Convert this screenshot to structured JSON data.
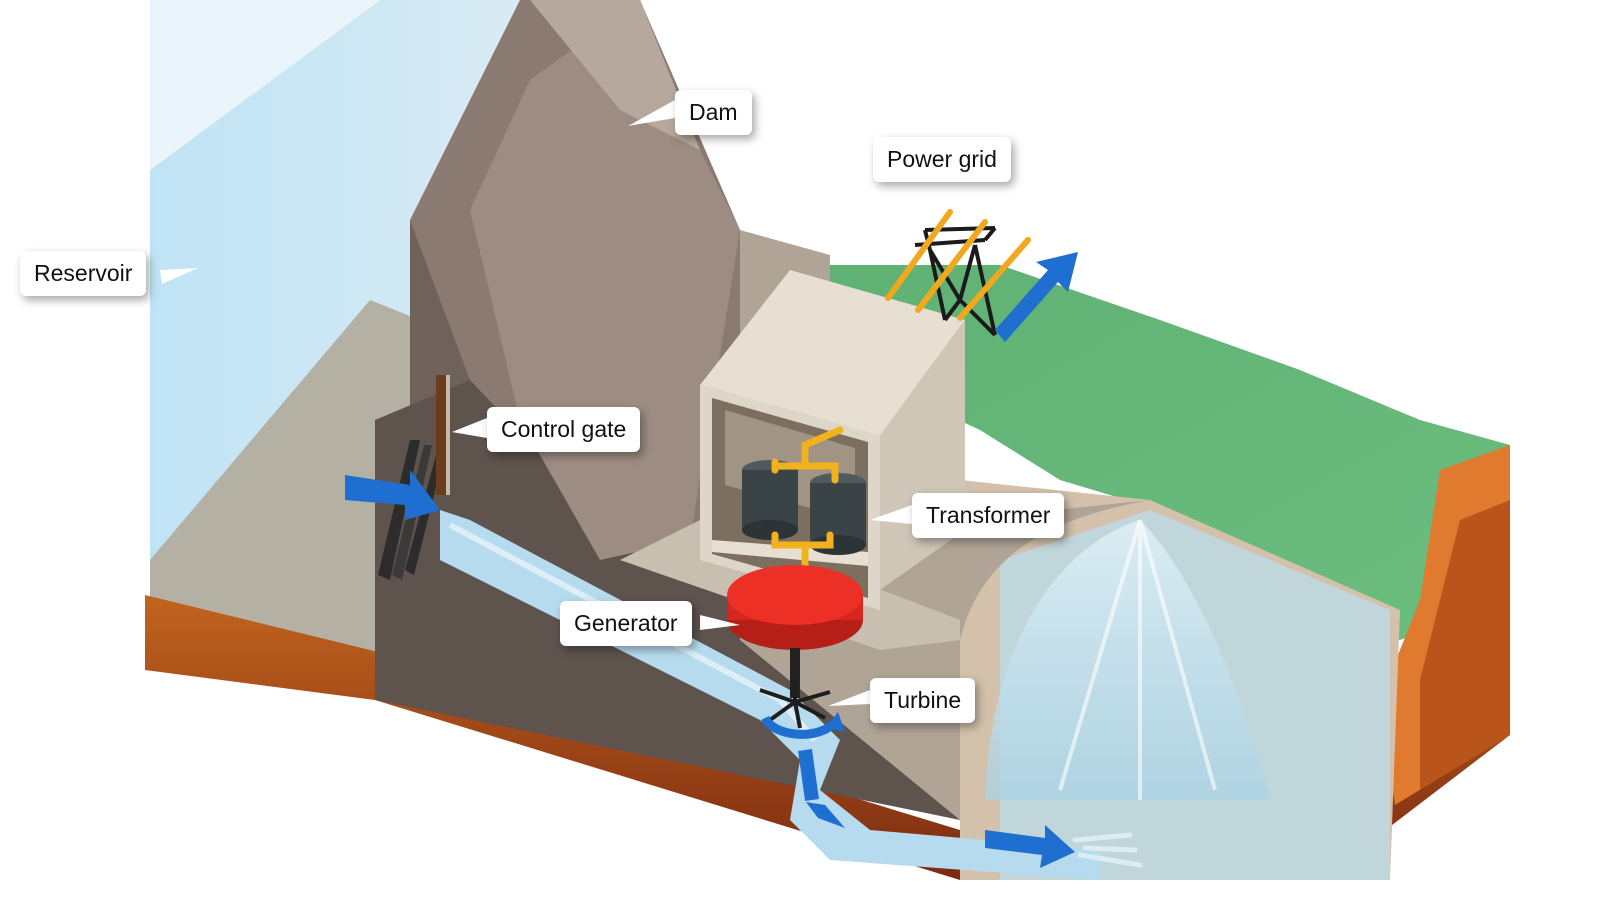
{
  "labels": {
    "dam": "Dam",
    "power_grid": "Power grid",
    "reservoir": "Reservoir",
    "control_gate": "Control gate",
    "transformer": "Transformer",
    "generator": "Generator",
    "turbine": "Turbine"
  },
  "colors": {
    "water": "#bfe0f2",
    "water_flow": "#a8d4ec",
    "flow_arrow": "#1e6fd0",
    "dam_concrete": "#8a7b72",
    "dam_dark": "#5f534d",
    "ground_grey": "#b9b2a6",
    "soil": "#b8531a",
    "grass": "#63b877",
    "generator": "#e02a1f",
    "transformer": "#3d4548",
    "power_line": "#f2a81d",
    "powerhouse": "#e8e1d5"
  }
}
